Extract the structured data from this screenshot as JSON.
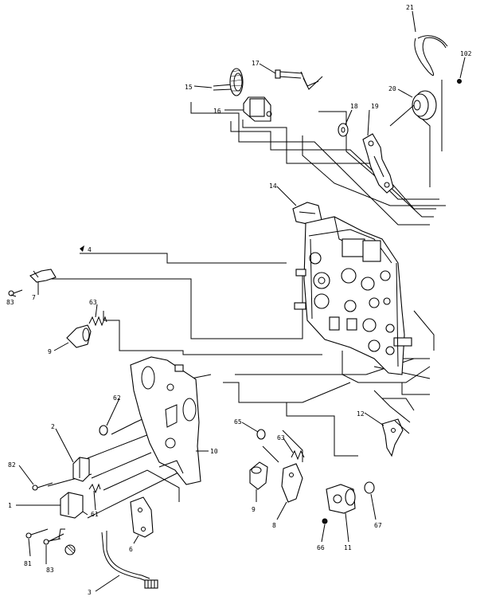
{
  "labels": {
    "l21": "21",
    "l17": "17",
    "l102": "102",
    "l15": "15",
    "l20": "20",
    "l16": "16",
    "l18": "18",
    "l19": "19",
    "l14": "14",
    "l4": "4",
    "l7": "7",
    "l83a": "83",
    "l63a": "63",
    "l9a": "9",
    "l62": "62",
    "l2": "2",
    "l10": "10",
    "l82": "82",
    "l1": "1",
    "l61": "61",
    "l81": "81",
    "l83b": "83",
    "l6": "6",
    "l3": "3",
    "l65": "65",
    "l63b": "63",
    "l9b": "9",
    "l8": "8",
    "l12": "12",
    "l67": "67",
    "l66": "66",
    "l11": "11"
  }
}
